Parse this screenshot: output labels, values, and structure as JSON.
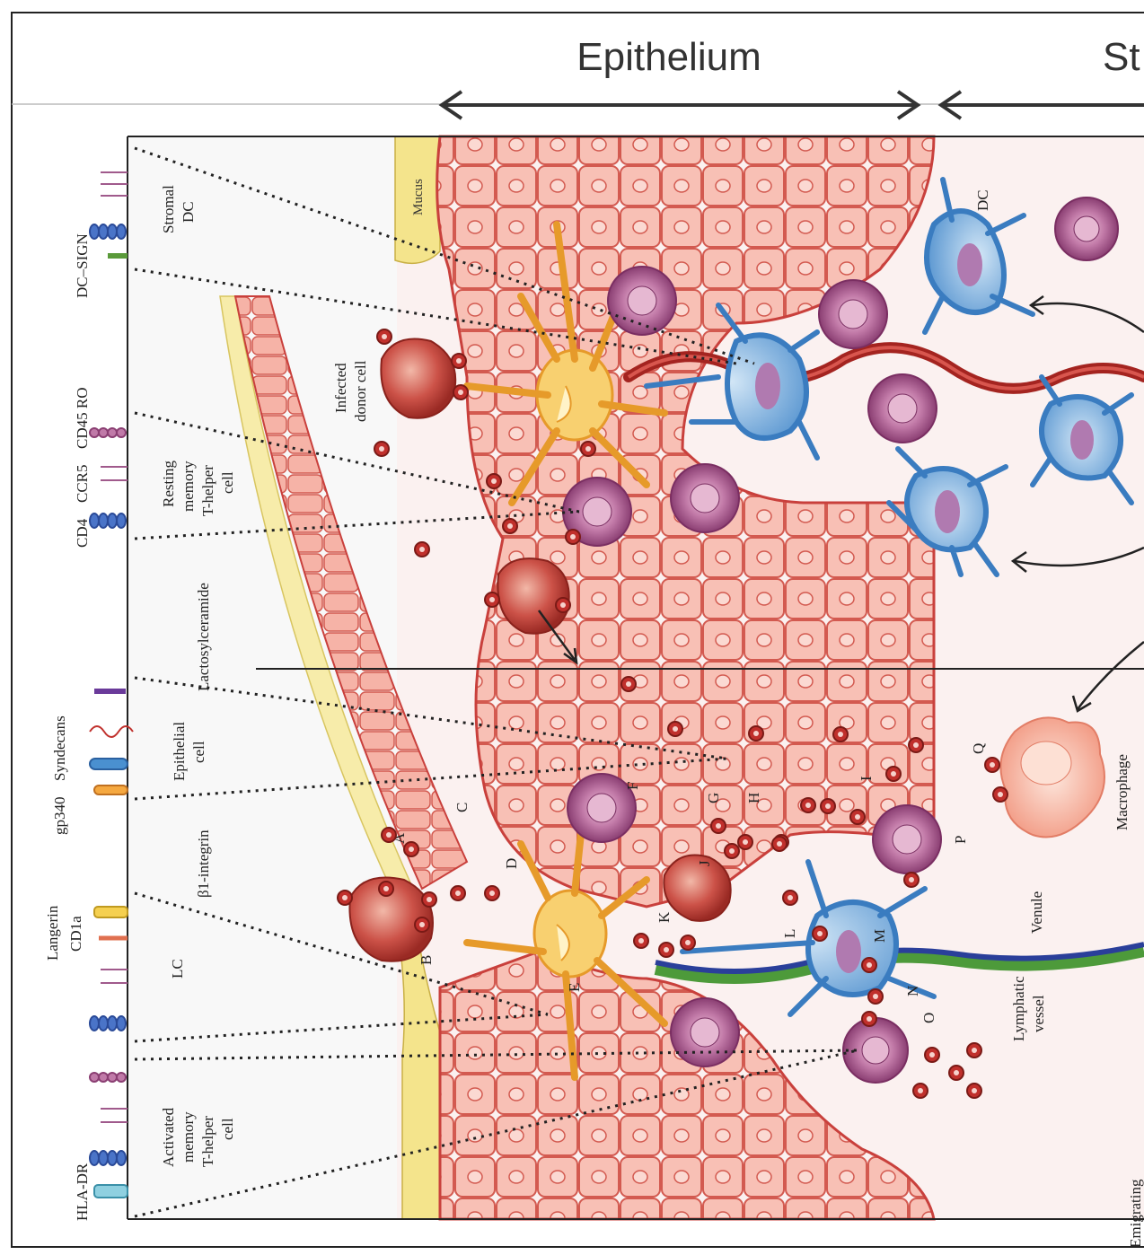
{
  "header": {
    "epithelium": "Epithelium",
    "stroma_partial": "St"
  },
  "markers": {
    "dc_sign": "DC–SIGN",
    "cd45ro": "CD45 RO",
    "ccr5": "CCR5",
    "cd4": "CD4",
    "syndecans": "Syndecans",
    "lactosylceramide": "Lactosylceramide",
    "gp340": "gp340",
    "b1_integrin": "β1-integrin",
    "langerin": "Langerin",
    "cd1a": "CD1a",
    "hla_dr": "HLA-DR"
  },
  "cell_types": {
    "stromal_dc": [
      "Stromal",
      "DC"
    ],
    "resting": [
      "Resting",
      "memory",
      "T-helper",
      "cell"
    ],
    "epithelial": [
      "Epithelial",
      "cell"
    ],
    "lc": [
      "LC"
    ],
    "activated": [
      "Activated",
      "memory",
      "T-helper",
      "cell"
    ]
  },
  "tissue_labels": {
    "mucus": "Mucus",
    "infected_donor": [
      "Infected",
      "donor cell"
    ],
    "dc": "DC",
    "macrophage": "Macrophage",
    "venule": "Venule",
    "lymphatic": [
      "Lymphatic",
      "vessel"
    ],
    "emigrating": "Emigrating"
  },
  "letters": [
    "A",
    "B",
    "C",
    "D",
    "E",
    "F",
    "G",
    "H",
    "I",
    "J",
    "K",
    "L",
    "M",
    "N",
    "O",
    "P",
    "Q"
  ],
  "colors": {
    "epithelium_fill": "#f6b8ad",
    "cell_stroke": "#c9403c",
    "mucus": "#f4e48c",
    "dc_blue": "#4a90d0",
    "t_cell": "#a05a8c",
    "virus": "#c0302c",
    "lc_yellow": "#f5c84a",
    "venule": "#a42420",
    "lymphatic_blue": "#2a3f9a",
    "lymphatic_green": "#4d9a3a"
  }
}
